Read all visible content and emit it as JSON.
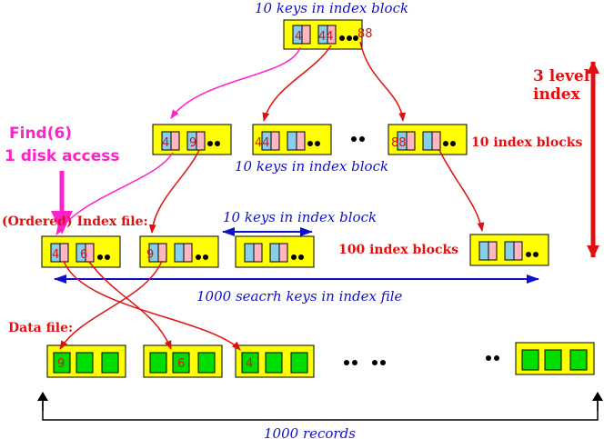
{
  "labels": {
    "top_keys": "10 keys in index block",
    "mid_keys": "10 keys in index block",
    "lower_keys": "10 keys in index block",
    "ten_index_blocks": "10 index blocks",
    "hundred_index_blocks": "100 index blocks",
    "three_level": "3 level",
    "index": "index",
    "find": "Find(6)",
    "disk_access": "1 disk access",
    "ordered_index_file": "(Ordered) Index file:",
    "search_keys": "1000 seacrh keys in index file",
    "data_file": "Data file:",
    "records": "1000 records"
  },
  "keys": {
    "top": [
      "4",
      "44",
      "88"
    ],
    "level2": [
      "4",
      "9",
      "44",
      "88"
    ],
    "level3": [
      "4",
      "6",
      "9"
    ],
    "data": [
      "9",
      "6",
      "4"
    ]
  },
  "colors": {
    "block_fill": "#ffff00",
    "key_cell": "#87ceeb",
    "pointer_cell": "#ffb6c1",
    "data_cell": "#00dd00",
    "red": "#e01010",
    "blue": "#1010c8",
    "magenta": "#ff22cc"
  }
}
